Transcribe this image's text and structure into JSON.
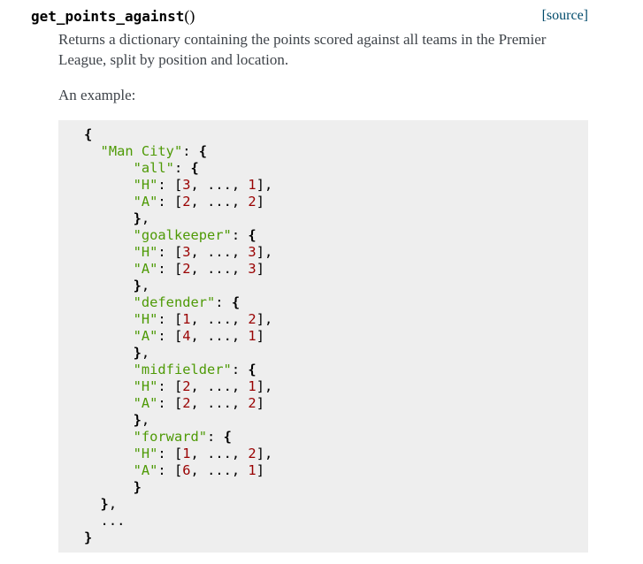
{
  "function": {
    "name": "get_points_against",
    "parens": "()",
    "source_link": "[source]"
  },
  "description": "Returns a dictionary containing the points scored against all teams in the Premier League, split by position and location.",
  "example_label": "An example:",
  "code": {
    "team": "\"Man City\"",
    "groups": [
      {
        "key": "\"all\"",
        "H": [
          "3",
          "1"
        ],
        "A": [
          "2",
          "2"
        ]
      },
      {
        "key": "\"goalkeeper\"",
        "H": [
          "3",
          "3"
        ],
        "A": [
          "2",
          "3"
        ]
      },
      {
        "key": "\"defender\"",
        "H": [
          "1",
          "2"
        ],
        "A": [
          "4",
          "1"
        ]
      },
      {
        "key": "\"midfielder\"",
        "H": [
          "2",
          "1"
        ],
        "A": [
          "2",
          "2"
        ]
      },
      {
        "key": "\"forward\"",
        "H": [
          "1",
          "2"
        ],
        "A": [
          "6",
          "1"
        ]
      }
    ],
    "home_key": "\"H\"",
    "away_key": "\"A\"",
    "ellipsis": "...",
    "colors": {
      "string": "#4e9a06",
      "number": "#990000",
      "background": "#eeeeee"
    }
  }
}
